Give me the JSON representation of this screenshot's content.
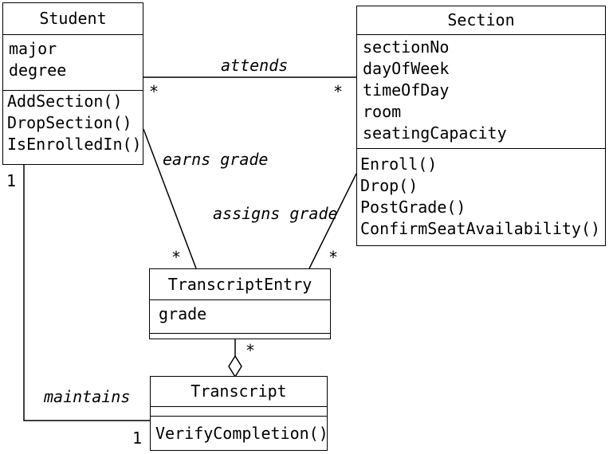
{
  "classes": {
    "student": {
      "name": "Student",
      "attributes": [
        "major",
        "degree"
      ],
      "operations": [
        "AddSection()",
        "DropSection()",
        "IsEnrolledIn()"
      ]
    },
    "section": {
      "name": "Section",
      "attributes": [
        "sectionNo",
        "dayOfWeek",
        "timeOfDay",
        "room",
        "seatingCapacity"
      ],
      "operations": [
        "Enroll()",
        "Drop()",
        "PostGrade()",
        "ConfirmSeatAvailability()"
      ]
    },
    "transcript_entry": {
      "name": "TranscriptEntry",
      "attributes": [
        "grade"
      ],
      "operations": []
    },
    "transcript": {
      "name": "Transcript",
      "attributes": [],
      "operations": [
        "VerifyCompletion()"
      ]
    }
  },
  "associations": {
    "attends": {
      "label": "attends",
      "mult_student": "*",
      "mult_section": "*"
    },
    "earns_grade": {
      "label": "earns grade",
      "mult_entry": "*"
    },
    "assigns_grade": {
      "label": "assigns grade",
      "mult_entry": "*"
    },
    "maintains": {
      "label": "maintains",
      "mult_student": "1",
      "mult_transcript": "1"
    },
    "aggregation": {
      "mult_entry": "*"
    }
  }
}
